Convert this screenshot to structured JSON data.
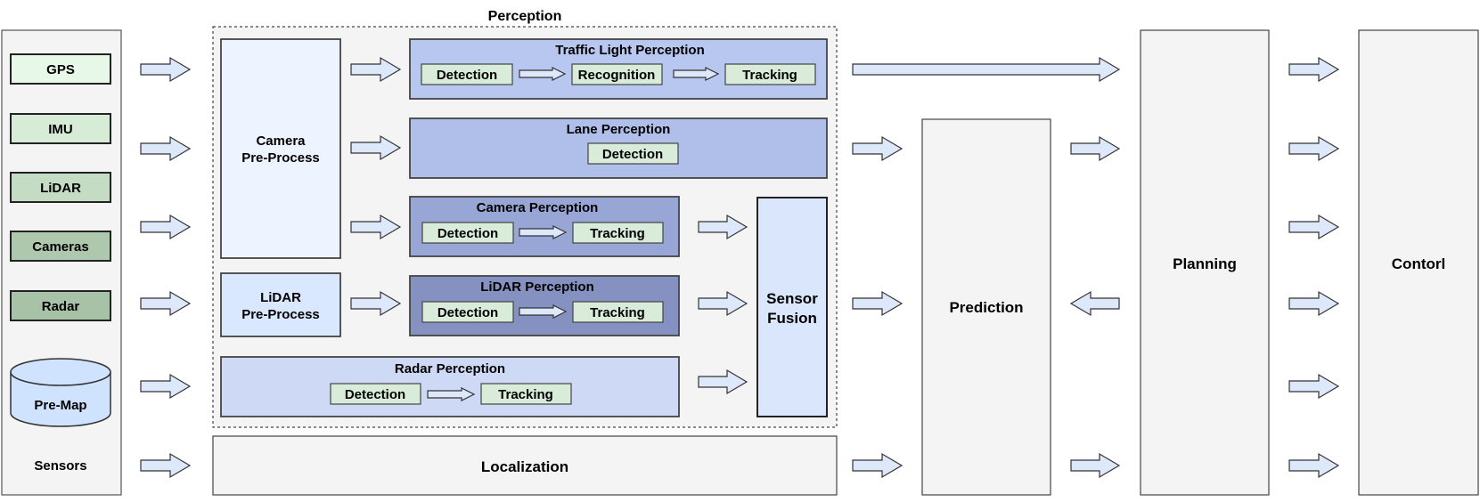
{
  "perception": {
    "title": "Perception",
    "camera_preprocess": [
      "Camera",
      "Pre-Process"
    ],
    "lidar_preprocess": [
      "LiDAR",
      "Pre-Process"
    ],
    "traffic_light": {
      "title": "Traffic Light Perception",
      "steps": [
        "Detection",
        "Recognition",
        "Tracking"
      ]
    },
    "lane": {
      "title": "Lane Perception",
      "steps": [
        "Detection"
      ]
    },
    "camera": {
      "title": "Camera Perception",
      "steps": [
        "Detection",
        "Tracking"
      ]
    },
    "lidar": {
      "title": "LiDAR Perception",
      "steps": [
        "Detection",
        "Tracking"
      ]
    },
    "radar": {
      "title": "Radar Perception",
      "steps": [
        "Detection",
        "Tracking"
      ]
    },
    "sensor_fusion": [
      "Sensor",
      "Fusion"
    ]
  },
  "sensors": {
    "label": "Sensors",
    "items": [
      "GPS",
      "IMU",
      "LiDAR",
      "Cameras",
      "Radar"
    ],
    "premap": "Pre-Map"
  },
  "localization": "Localization",
  "prediction": "Prediction",
  "planning": "Planning",
  "control": "Contorl",
  "colors": {
    "sensor_panel": "#f4f4f4",
    "gps": "#e8f8e8",
    "imu": "#d6ecd6",
    "lidar_sensor": "#c4dcc4",
    "cameras_sensor": "#aec8ae",
    "radar_sensor": "#a8c2a8",
    "premap": "#cfe3ff",
    "camera_pre": "#eef4ff",
    "lidar_pre": "#d9e7ff",
    "traffic_light": "#b8c7ef",
    "lane": "#b0bfea",
    "camera_perc": "#97a6d4",
    "lidar_perc": "#8591c0",
    "radar_perc": "#cdd9f5",
    "fusion": "#dae6fb",
    "step": "#d9ecd9",
    "arrow": "#dde9fb"
  }
}
